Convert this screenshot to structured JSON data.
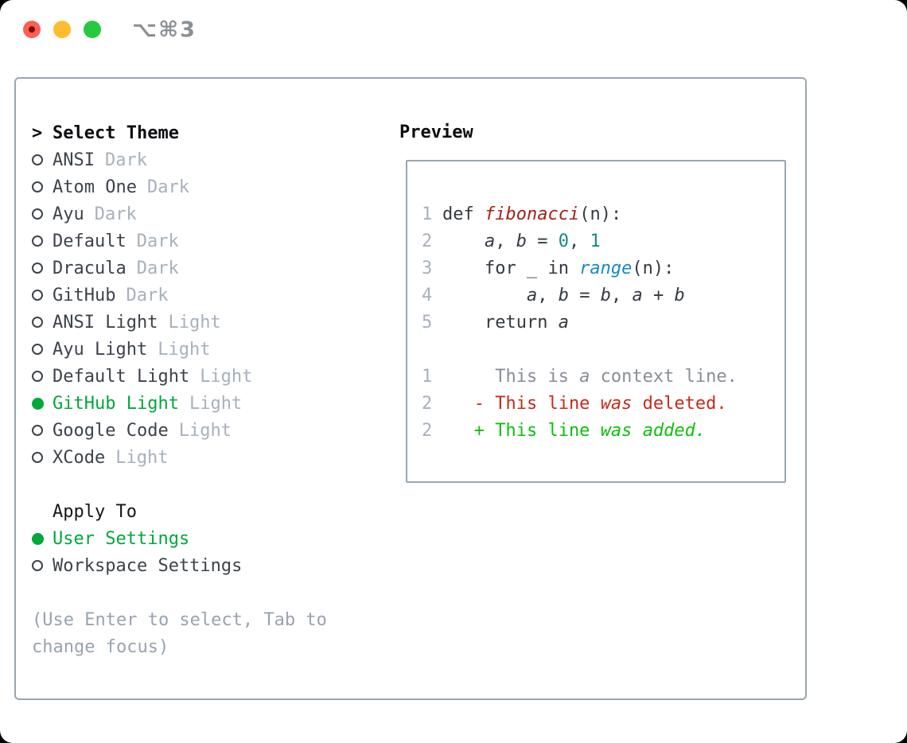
{
  "window": {
    "title": "⌥⌘3"
  },
  "sidebar": {
    "header_prefix": ">",
    "header": "Select Theme",
    "themes": [
      {
        "name": "ANSI",
        "variant": "Dark",
        "selected": false
      },
      {
        "name": "Atom One",
        "variant": "Dark",
        "selected": false
      },
      {
        "name": "Ayu",
        "variant": "Dark",
        "selected": false
      },
      {
        "name": "Default",
        "variant": "Dark",
        "selected": false
      },
      {
        "name": "Dracula",
        "variant": "Dark",
        "selected": false
      },
      {
        "name": "GitHub",
        "variant": "Dark",
        "selected": false
      },
      {
        "name": "ANSI Light",
        "variant": "Light",
        "selected": false
      },
      {
        "name": "Ayu Light",
        "variant": "Light",
        "selected": false
      },
      {
        "name": "Default Light",
        "variant": "Light",
        "selected": false
      },
      {
        "name": "GitHub Light",
        "variant": "Light",
        "selected": true
      },
      {
        "name": "Google Code",
        "variant": "Light",
        "selected": false
      },
      {
        "name": "XCode",
        "variant": "Light",
        "selected": false
      }
    ],
    "apply_to": {
      "header": "Apply To",
      "options": [
        {
          "label": "User Settings",
          "selected": true
        },
        {
          "label": "Workspace Settings",
          "selected": false
        }
      ]
    },
    "hint_line1": "(Use Enter to select, Tab to",
    "hint_line2": "change focus)"
  },
  "preview": {
    "title": "Preview",
    "code": [
      {
        "num": "1",
        "tokens": [
          "def ",
          "fibonacci",
          "(n):"
        ]
      },
      {
        "num": "2",
        "tokens": [
          "    ",
          "a",
          ", ",
          "b",
          " = ",
          "0",
          ", ",
          "1"
        ]
      },
      {
        "num": "3",
        "tokens": [
          "    for _ in ",
          "range",
          "(n):"
        ]
      },
      {
        "num": "4",
        "tokens": [
          "        ",
          "a",
          ", ",
          "b",
          " = ",
          "b",
          ", ",
          "a",
          " + ",
          "b"
        ]
      },
      {
        "num": "5",
        "tokens": [
          "    return ",
          "a"
        ]
      },
      {
        "num": "",
        "tokens": []
      },
      {
        "num": "1",
        "tokens": [
          "     This is ",
          "a",
          " context line."
        ]
      },
      {
        "num": "2",
        "tokens": [
          "   - This line ",
          "was",
          " deleted."
        ]
      },
      {
        "num": "2",
        "tokens": [
          "   + This line ",
          "was",
          " ",
          "added."
        ]
      }
    ]
  },
  "colors": {
    "accent_green": "#00a83c",
    "diff_added": "#0cc00c",
    "diff_removed": "#c92a1b",
    "context_gray": "#878e96",
    "function_red": "#a62116",
    "builtin_blue": "#168ac2",
    "number_teal": "#118a8a",
    "muted_text": "#a7b1bd",
    "dark_text": "#3c434b",
    "panel_border": "#9aa6b2"
  }
}
